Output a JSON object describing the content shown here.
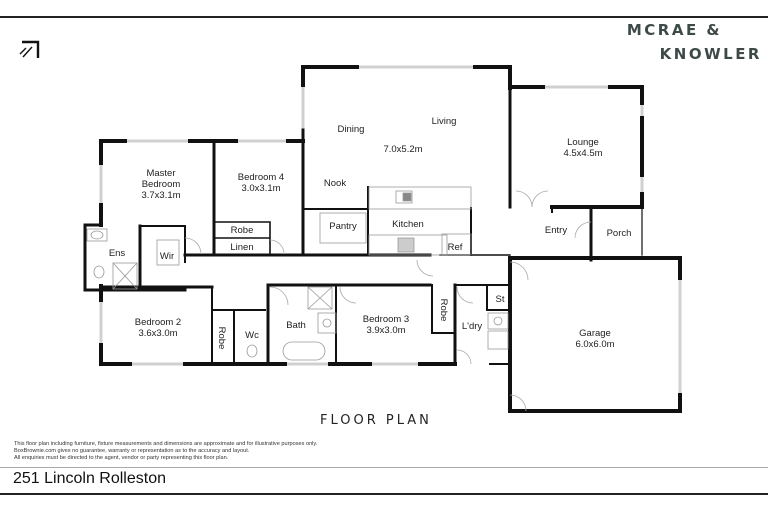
{
  "header": {
    "brand_line1": "MCRAE &",
    "brand_line2": "KNOWLER",
    "compass_icon": "north-arrow-icon"
  },
  "rooms": {
    "master_bedroom": {
      "name_line1": "Master",
      "name_line2": "Bedroom",
      "size": "3.7x3.1m"
    },
    "bedroom4": {
      "name": "Bedroom 4",
      "size": "3.0x3.1m"
    },
    "robe_b4": {
      "name": "Robe"
    },
    "linen": {
      "name": "Linen"
    },
    "ens": {
      "name": "Ens"
    },
    "wir": {
      "name": "Wir"
    },
    "dining": {
      "name": "Dining"
    },
    "living": {
      "name": "Living"
    },
    "living_size": {
      "size": "7.0x5.2m"
    },
    "nook": {
      "name": "Nook"
    },
    "pantry": {
      "name": "Pantry"
    },
    "kitchen": {
      "name": "Kitchen"
    },
    "ref": {
      "name": "Ref"
    },
    "lounge": {
      "name": "Lounge",
      "size": "4.5x4.5m"
    },
    "entry": {
      "name": "Entry"
    },
    "porch": {
      "name": "Porch"
    },
    "bedroom2": {
      "name": "Bedroom 2",
      "size": "3.6x3.0m"
    },
    "robe_b2": {
      "name": "Robe"
    },
    "wc": {
      "name": "Wc"
    },
    "bath": {
      "name": "Bath"
    },
    "bedroom3": {
      "name": "Bedroom 3",
      "size": "3.9x3.0m"
    },
    "robe_b3": {
      "name": "Robe"
    },
    "laundry": {
      "name": "L'dry"
    },
    "store": {
      "name": "St"
    },
    "garage": {
      "name": "Garage",
      "size": "6.0x6.0m"
    }
  },
  "footer": {
    "plan_title": "FLOOR PLAN",
    "disclaimer": [
      "This floor plan including furniture, fixture measurements and dimensions are approximate and for illustrative purposes only.",
      "BoxBrownie.com gives no guarantee, warranty or representation as to the accuracy and layout.",
      "All enquiries must be directed to the agent, vendor or party representing this floor plan."
    ],
    "address": "251 Lincoln Rolleston"
  },
  "colors": {
    "wall": "#111111",
    "window": "#d8d8d8",
    "brand": "#3d4a47"
  }
}
